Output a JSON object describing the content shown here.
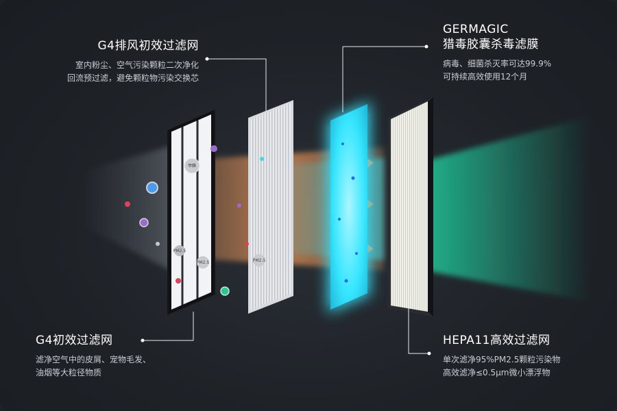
{
  "layers": [
    {
      "id": "g4-exhaust",
      "title": "G4排风初效过滤网",
      "desc": [
        "室内粉尘、空气污染颗粒二次净化",
        "回流预过滤，避免颗粒物污染交换芯"
      ]
    },
    {
      "id": "germagic",
      "title": "GERMAGIC",
      "title2": "猎毒胶囊杀毒滤膜",
      "desc": [
        "病毒、细菌杀灭率可达99.9%",
        "可持续高效使用12个月"
      ]
    },
    {
      "id": "g4-primary",
      "title": "G4初效过滤网",
      "desc": [
        "滤净空气中的皮屑、宠物毛发、",
        "油烟等大粒径物质"
      ]
    },
    {
      "id": "hepa11",
      "title": "HEPA11高效过滤网",
      "desc": [
        "单次滤净95%PM2.5颗粒污染物",
        "高效滤净≤0.5μm微小漂浮物"
      ]
    }
  ],
  "particle_labels": [
    "甲醛",
    "PM2.5",
    "PM2.5",
    "PM2.5"
  ],
  "colors": {
    "background": "#1e2227",
    "flow_orange": "#e8955a",
    "flow_cyan": "#3fd8e6",
    "flow_green": "#1fc99a",
    "membrane_glow": "#37e6ff"
  }
}
